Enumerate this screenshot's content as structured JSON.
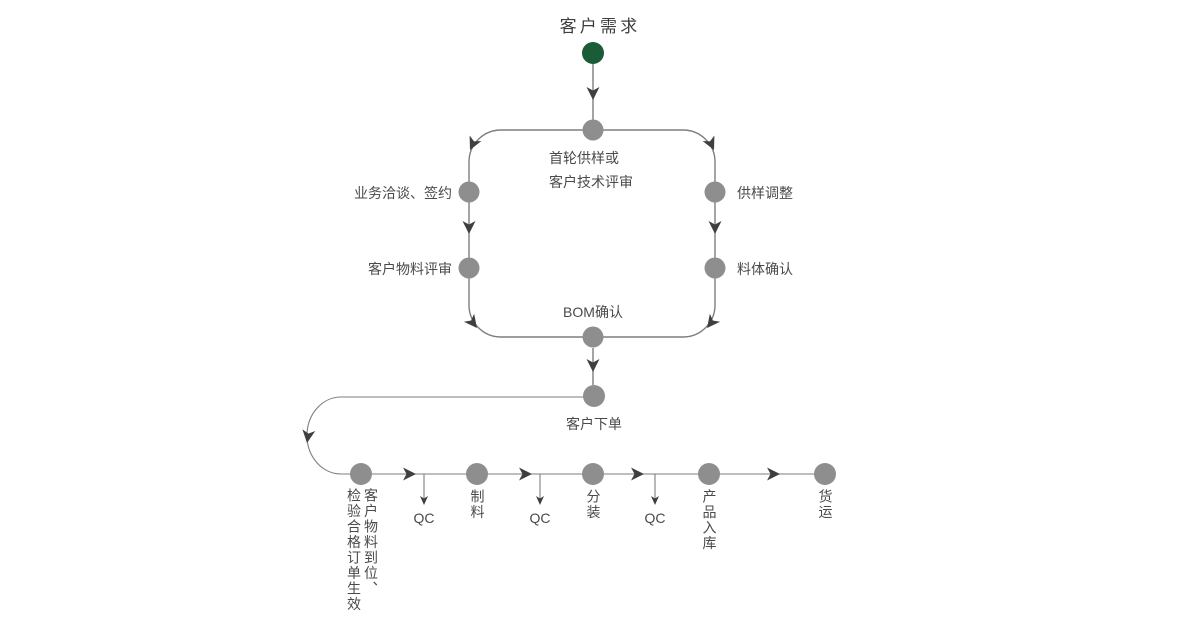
{
  "title": "客户需求",
  "loop": {
    "top_label": "首轮供样或\n客户技术评审",
    "left_labels": [
      "业务洽谈、签约",
      "客户物料评审"
    ],
    "right_labels": [
      "供样调整",
      "料体确认"
    ],
    "bottom_label": "BOM确认"
  },
  "order_label": "客户下单",
  "production": {
    "stations": [
      "客户物料到位、\n检验合格订单生效",
      "制料",
      "分装",
      "产品入库",
      "货运"
    ],
    "qc_label": "QC"
  },
  "colors": {
    "start_node": "#1a5b38",
    "node": "#8e8e8e",
    "line": "#7e7e7e",
    "arrow": "#3f3f3f",
    "text": "#4a4a4a"
  }
}
